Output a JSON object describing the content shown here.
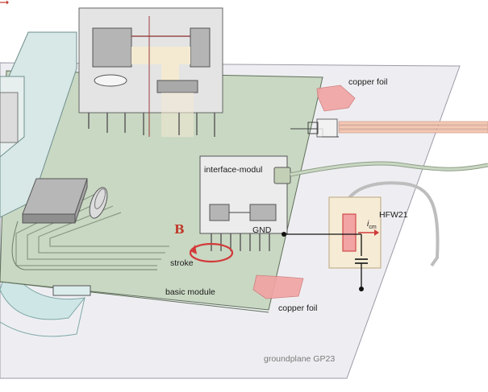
{
  "labels": {
    "copper_foil_top": "copper foil",
    "copper_foil_bottom": "copper foil",
    "interface_modul": "interface-modul",
    "gnd": "GND",
    "hfw21": "HFW21",
    "i_cm_main": "i",
    "i_cm_sub": "cm",
    "b_field": "B",
    "stroke": "stroke",
    "basic_module": "basic module",
    "groundplane": "groundplane GP23"
  },
  "colors": {
    "groundplane_fill": "#eeeef2",
    "module_fill": "#c9d8c3",
    "copper_foil": "#f2a3a3",
    "probe_fill": "#f6ecd6",
    "probe_coil": "#e06b6b",
    "cable_fill": "#cfe6e6",
    "stroke_arrow": "#d23a3a"
  }
}
